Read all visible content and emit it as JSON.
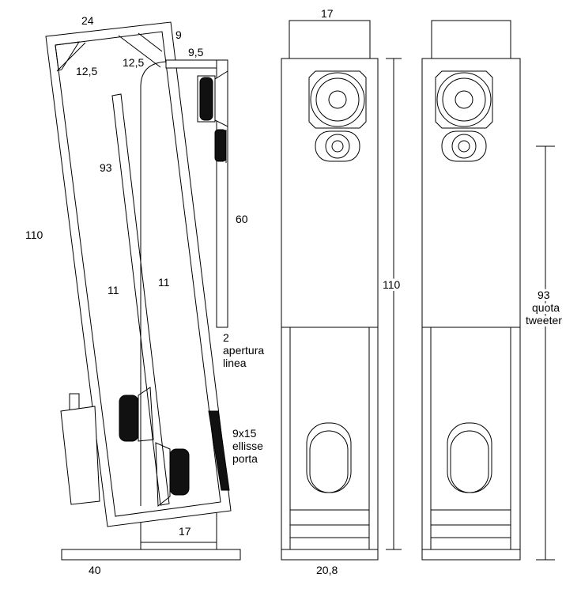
{
  "side_view": {
    "dim_top_width": "24",
    "dim_top_right": "9",
    "dim_brace_left": "12,5",
    "dim_brace_right": "12,5",
    "dim_baffle_top": "9,5",
    "dim_height_outer": "110",
    "dim_inner_panel": "93",
    "dim_channel_left": "11",
    "dim_channel_right": "11",
    "dim_line_height": "60",
    "dim_line_opening_value": "2",
    "dim_line_opening_text_1": "apertura",
    "dim_line_opening_text_2": "linea",
    "dim_port_size": "9x15",
    "dim_port_text_1": "ellisse",
    "dim_port_text_2": "porta",
    "dim_base_inner": "17",
    "dim_base_plate": "40"
  },
  "front_view": {
    "dim_top_block": "17",
    "dim_height": "110",
    "dim_base_width": "20,8"
  },
  "front_view_2": {
    "dim_tweeter_height": "93",
    "dim_tweeter_text_1": "quota",
    "dim_tweeter_text_2": "tweeter"
  }
}
